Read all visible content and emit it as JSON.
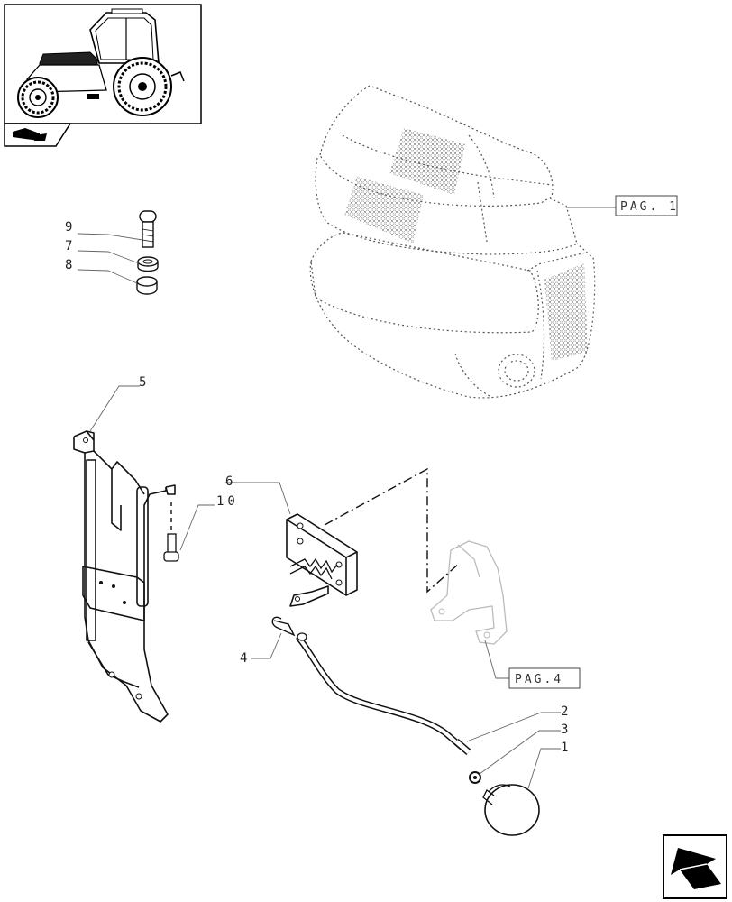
{
  "thumbnail": {
    "icon": "tractor-icon"
  },
  "tab_icon": "model-reference-icon",
  "references": {
    "pag1": "PAG. 1",
    "pag4": "PAG.4"
  },
  "callouts": {
    "c1": "1",
    "c2": "2",
    "c3": "3",
    "c4": "4",
    "c5": "5",
    "c6": "6",
    "c7": "7",
    "c8": "8",
    "c9": "9",
    "c10": "10"
  },
  "next_page_icon": "next-page-arrow-icon"
}
